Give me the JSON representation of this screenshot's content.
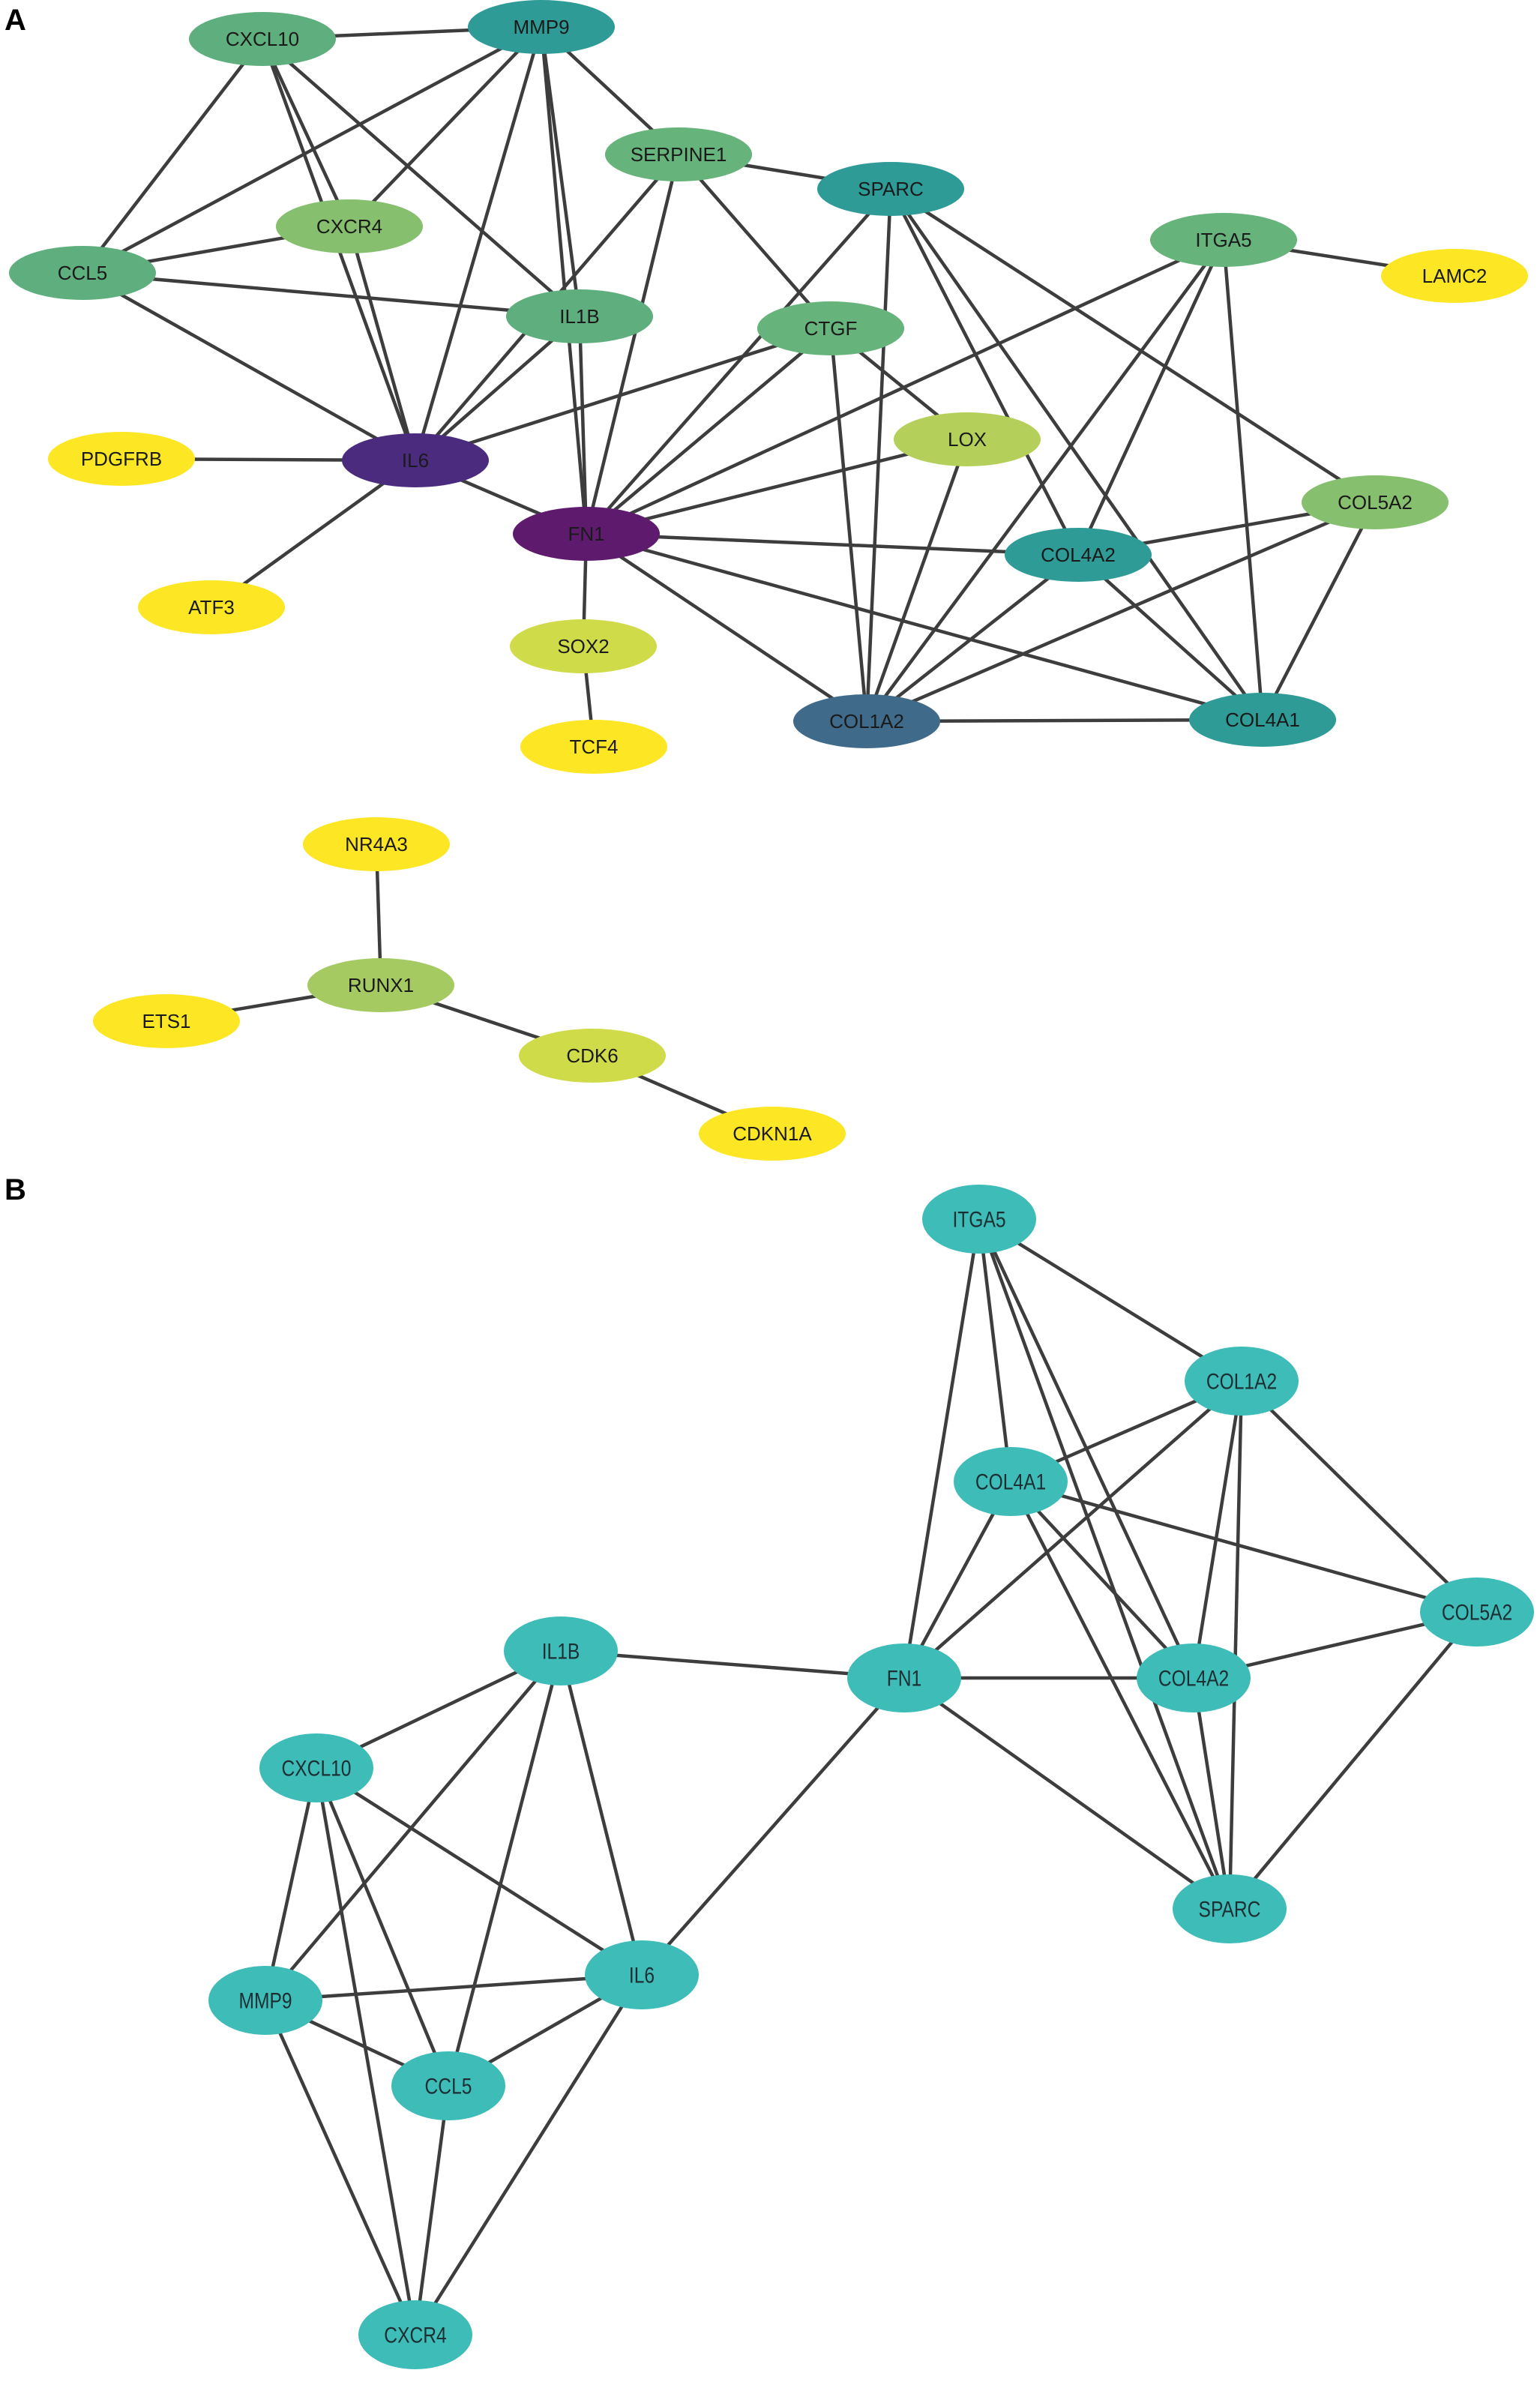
{
  "panels": [
    {
      "id": "A",
      "label": "A",
      "nodes": [
        {
          "id": "CXCL10",
          "label": "CXCL10",
          "color": "#5fae7e"
        },
        {
          "id": "MMP9",
          "label": "MMP9",
          "color": "#2e9b96"
        },
        {
          "id": "SERPINE1",
          "label": "SERPINE1",
          "color": "#66b37b"
        },
        {
          "id": "SPARC",
          "label": "SPARC",
          "color": "#2e9b96"
        },
        {
          "id": "CXCR4",
          "label": "CXCR4",
          "color": "#86bf6e"
        },
        {
          "id": "CCL5",
          "label": "CCL5",
          "color": "#5fae7e"
        },
        {
          "id": "IL1B",
          "label": "IL1B",
          "color": "#5fae7e"
        },
        {
          "id": "CTGF",
          "label": "CTGF",
          "color": "#66b37b"
        },
        {
          "id": "ITGA5",
          "label": "ITGA5",
          "color": "#66b37b"
        },
        {
          "id": "LAMC2",
          "label": "LAMC2",
          "color": "#fde725"
        },
        {
          "id": "PDGFRB",
          "label": "PDGFRB",
          "color": "#fde725"
        },
        {
          "id": "IL6",
          "label": "IL6",
          "color": "#4b2b7e"
        },
        {
          "id": "LOX",
          "label": "LOX",
          "color": "#b5d05a"
        },
        {
          "id": "COL5A2",
          "label": "COL5A2",
          "color": "#86bf6e"
        },
        {
          "id": "FN1",
          "label": "FN1",
          "color": "#5e1b6e"
        },
        {
          "id": "COL4A2",
          "label": "COL4A2",
          "color": "#2e9b96"
        },
        {
          "id": "ATF3",
          "label": "ATF3",
          "color": "#fde725"
        },
        {
          "id": "SOX2",
          "label": "SOX2",
          "color": "#cfdb49"
        },
        {
          "id": "COL1A2",
          "label": "COL1A2",
          "color": "#3f6a8a"
        },
        {
          "id": "COL4A1",
          "label": "COL4A1",
          "color": "#2e9b96"
        },
        {
          "id": "TCF4",
          "label": "TCF4",
          "color": "#fde725"
        },
        {
          "id": "NR4A3",
          "label": "NR4A3",
          "color": "#fde725"
        },
        {
          "id": "RUNX1",
          "label": "RUNX1",
          "color": "#a5ca62"
        },
        {
          "id": "ETS1",
          "label": "ETS1",
          "color": "#fde725"
        },
        {
          "id": "CDK6",
          "label": "CDK6",
          "color": "#cfdb49"
        },
        {
          "id": "CDKN1A",
          "label": "CDKN1A",
          "color": "#fde725"
        }
      ],
      "edges": [
        [
          "CXCL10",
          "MMP9"
        ],
        [
          "CXCL10",
          "CCL5"
        ],
        [
          "CXCL10",
          "CXCR4"
        ],
        [
          "CXCL10",
          "IL6"
        ],
        [
          "CXCL10",
          "IL1B"
        ],
        [
          "MMP9",
          "CXCR4"
        ],
        [
          "MMP9",
          "CCL5"
        ],
        [
          "MMP9",
          "IL6"
        ],
        [
          "MMP9",
          "FN1"
        ],
        [
          "MMP9",
          "SERPINE1"
        ],
        [
          "MMP9",
          "IL1B"
        ],
        [
          "SERPINE1",
          "SPARC"
        ],
        [
          "SERPINE1",
          "IL6"
        ],
        [
          "SERPINE1",
          "FN1"
        ],
        [
          "SERPINE1",
          "CTGF"
        ],
        [
          "CXCR4",
          "CCL5"
        ],
        [
          "CXCR4",
          "IL6"
        ],
        [
          "CCL5",
          "IL1B"
        ],
        [
          "CCL5",
          "IL6"
        ],
        [
          "IL1B",
          "IL6"
        ],
        [
          "IL1B",
          "FN1"
        ],
        [
          "IL6",
          "CTGF"
        ],
        [
          "IL6",
          "FN1"
        ],
        [
          "IL6",
          "PDGFRB"
        ],
        [
          "IL6",
          "ATF3"
        ],
        [
          "CTGF",
          "FN1"
        ],
        [
          "CTGF",
          "COL1A2"
        ],
        [
          "CTGF",
          "LOX"
        ],
        [
          "SPARC",
          "FN1"
        ],
        [
          "SPARC",
          "COL1A2"
        ],
        [
          "SPARC",
          "COL4A2"
        ],
        [
          "SPARC",
          "COL4A1"
        ],
        [
          "SPARC",
          "COL5A2"
        ],
        [
          "ITGA5",
          "LAMC2"
        ],
        [
          "ITGA5",
          "FN1"
        ],
        [
          "ITGA5",
          "COL4A2"
        ],
        [
          "ITGA5",
          "COL4A1"
        ],
        [
          "ITGA5",
          "COL1A2"
        ],
        [
          "LOX",
          "FN1"
        ],
        [
          "LOX",
          "COL1A2"
        ],
        [
          "COL5A2",
          "COL4A2"
        ],
        [
          "COL5A2",
          "COL1A2"
        ],
        [
          "COL5A2",
          "COL4A1"
        ],
        [
          "FN1",
          "COL4A2"
        ],
        [
          "FN1",
          "COL1A2"
        ],
        [
          "FN1",
          "COL4A1"
        ],
        [
          "FN1",
          "SOX2"
        ],
        [
          "COL4A2",
          "COL1A2"
        ],
        [
          "COL4A2",
          "COL4A1"
        ],
        [
          "COL1A2",
          "COL4A1"
        ],
        [
          "SOX2",
          "TCF4"
        ],
        [
          "NR4A3",
          "RUNX1"
        ],
        [
          "RUNX1",
          "ETS1"
        ],
        [
          "RUNX1",
          "CDK6"
        ],
        [
          "CDK6",
          "CDKN1A"
        ]
      ]
    },
    {
      "id": "B",
      "label": "B",
      "node_color": "#3dbcb8",
      "nodes": [
        {
          "id": "ITGA5",
          "label": "ITGA5"
        },
        {
          "id": "COL1A2",
          "label": "COL1A2"
        },
        {
          "id": "COL4A1",
          "label": "COL4A1"
        },
        {
          "id": "COL5A2",
          "label": "COL5A2"
        },
        {
          "id": "IL1B",
          "label": "IL1B"
        },
        {
          "id": "FN1",
          "label": "FN1"
        },
        {
          "id": "COL4A2",
          "label": "COL4A2"
        },
        {
          "id": "CXCL10",
          "label": "CXCL10"
        },
        {
          "id": "SPARC",
          "label": "SPARC"
        },
        {
          "id": "IL6",
          "label": "IL6"
        },
        {
          "id": "MMP9",
          "label": "MMP9"
        },
        {
          "id": "CCL5",
          "label": "CCL5"
        },
        {
          "id": "CXCR4",
          "label": "CXCR4"
        }
      ],
      "edges": [
        [
          "ITGA5",
          "COL1A2"
        ],
        [
          "ITGA5",
          "COL4A1"
        ],
        [
          "ITGA5",
          "FN1"
        ],
        [
          "ITGA5",
          "COL4A2"
        ],
        [
          "ITGA5",
          "SPARC"
        ],
        [
          "COL1A2",
          "COL4A1"
        ],
        [
          "COL1A2",
          "COL5A2"
        ],
        [
          "COL1A2",
          "FN1"
        ],
        [
          "COL1A2",
          "COL4A2"
        ],
        [
          "COL1A2",
          "SPARC"
        ],
        [
          "COL4A1",
          "COL5A2"
        ],
        [
          "COL4A1",
          "FN1"
        ],
        [
          "COL4A1",
          "COL4A2"
        ],
        [
          "COL4A1",
          "SPARC"
        ],
        [
          "COL5A2",
          "COL4A2"
        ],
        [
          "COL5A2",
          "SPARC"
        ],
        [
          "FN1",
          "COL4A2"
        ],
        [
          "FN1",
          "SPARC"
        ],
        [
          "FN1",
          "IL1B"
        ],
        [
          "FN1",
          "IL6"
        ],
        [
          "COL4A2",
          "SPARC"
        ],
        [
          "IL1B",
          "CXCL10"
        ],
        [
          "IL1B",
          "MMP9"
        ],
        [
          "IL1B",
          "CCL5"
        ],
        [
          "IL1B",
          "IL6"
        ],
        [
          "CXCL10",
          "MMP9"
        ],
        [
          "CXCL10",
          "CCL5"
        ],
        [
          "CXCL10",
          "IL6"
        ],
        [
          "CXCL10",
          "CXCR4"
        ],
        [
          "MMP9",
          "IL6"
        ],
        [
          "MMP9",
          "CCL5"
        ],
        [
          "MMP9",
          "CXCR4"
        ],
        [
          "CCL5",
          "IL6"
        ],
        [
          "CCL5",
          "CXCR4"
        ],
        [
          "IL6",
          "CXCR4"
        ]
      ]
    }
  ]
}
